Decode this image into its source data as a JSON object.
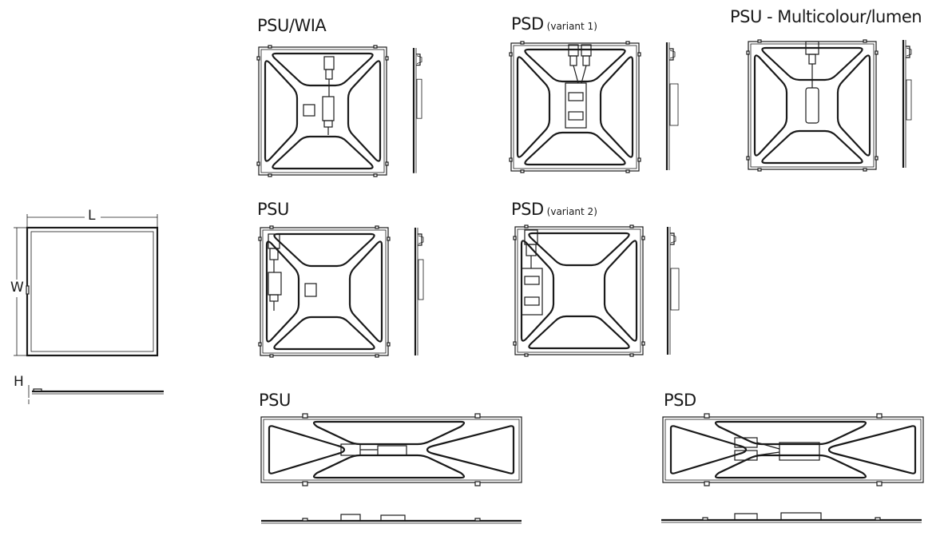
{
  "labels": {
    "psu_wia": "PSU/WIA",
    "psd_v1": "PSD",
    "psd_v1_sub": "(variant 1)",
    "psu_multi": "PSU - Multicolour/lumen",
    "psu_sq": "PSU",
    "psd_v2": "PSD",
    "psd_v2_sub": "(variant 2)",
    "psu_long": "PSU",
    "psd_long": "PSD"
  },
  "dimensions": {
    "length": "L",
    "width": "W",
    "height": "H"
  },
  "colors": {
    "line": "#1a1a1a",
    "background": "#ffffff"
  }
}
